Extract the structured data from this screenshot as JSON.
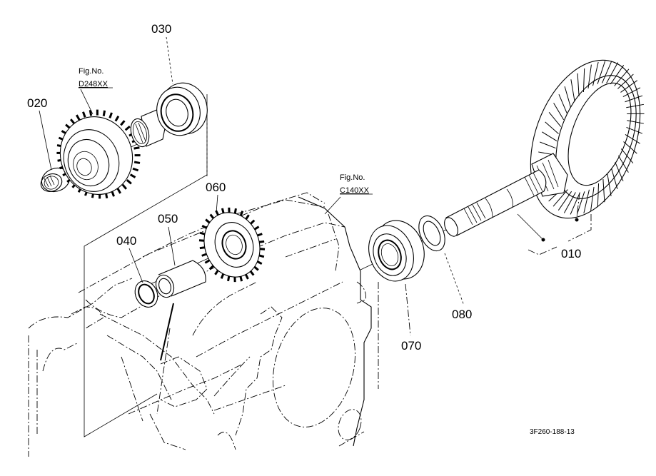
{
  "diagram": {
    "type": "exploded-parts-diagram",
    "drawing_code": "3F260-188-13",
    "figure_references": [
      {
        "label": "Fig.No.",
        "value": "D248XX"
      },
      {
        "label": "Fig.No.",
        "value": "C140XX"
      }
    ],
    "parts": [
      {
        "ref": "010",
        "description": "bevel-pinion-shaft-and-ring-gear-set"
      },
      {
        "ref": "020",
        "description": "bearing"
      },
      {
        "ref": "030",
        "description": "bearing"
      },
      {
        "ref": "040",
        "description": "washer"
      },
      {
        "ref": "050",
        "description": "collar"
      },
      {
        "ref": "060",
        "description": "gear"
      },
      {
        "ref": "070",
        "description": "bearing"
      },
      {
        "ref": "080",
        "description": "washer"
      }
    ]
  }
}
